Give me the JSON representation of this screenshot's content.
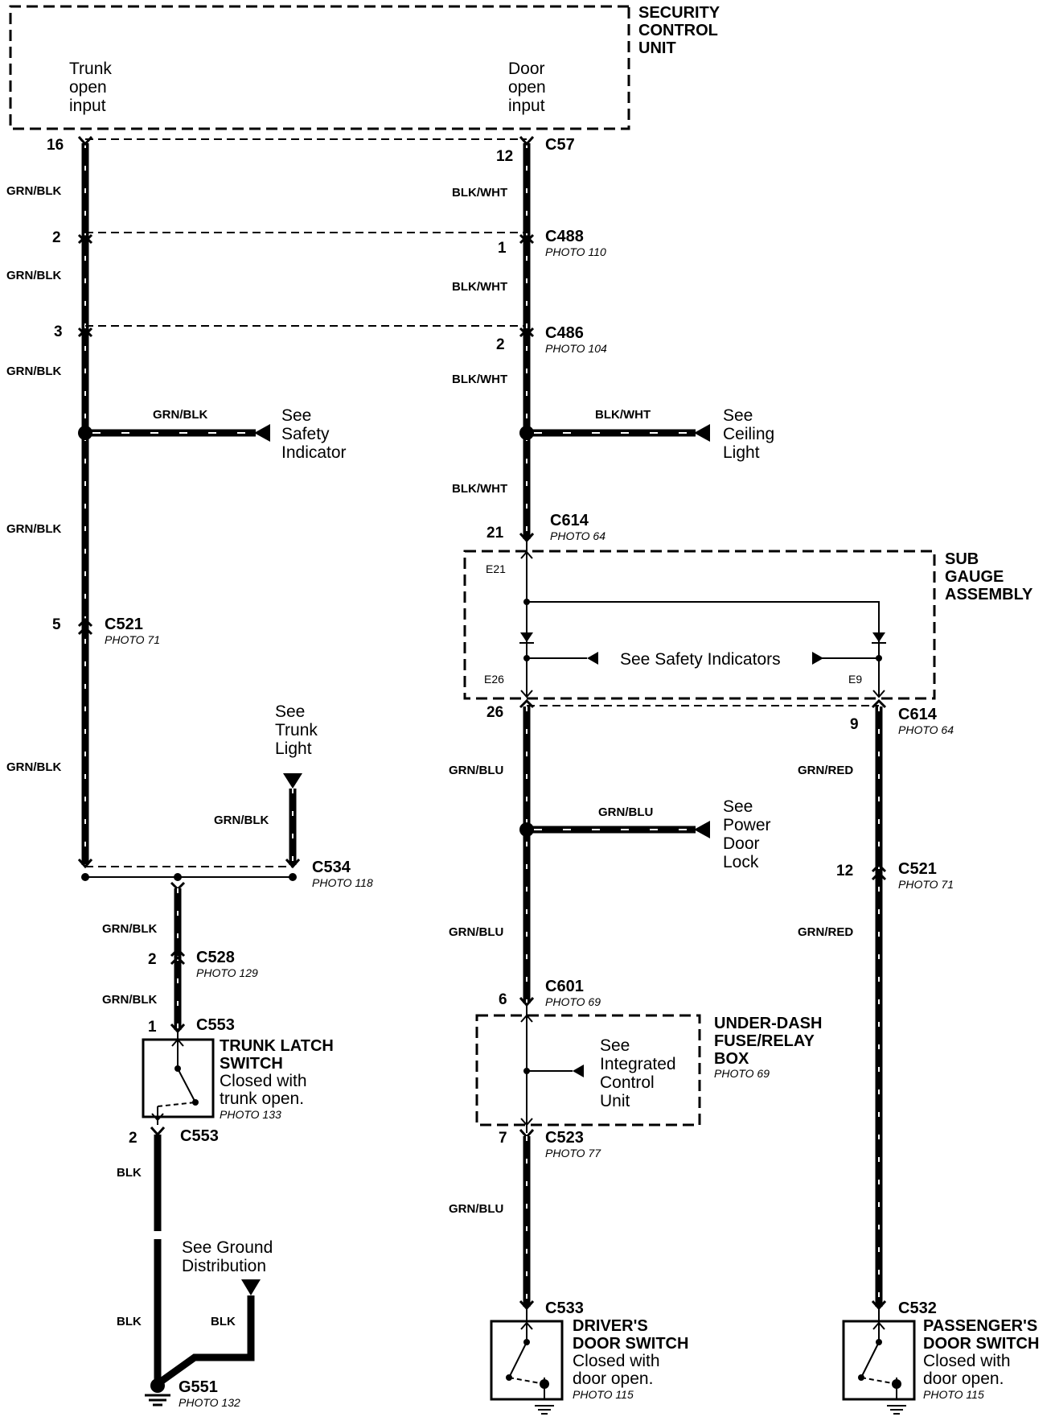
{
  "security_unit": {
    "title_lines": [
      "SECURITY",
      "CONTROL",
      "UNIT"
    ],
    "trunk_input": [
      "Trunk",
      "open",
      "input"
    ],
    "door_input": [
      "Door",
      "open",
      "input"
    ]
  },
  "left": {
    "pin_16": "16",
    "wire_1": "GRN/BLK",
    "pin_2": "2",
    "wire_2": "GRN/BLK",
    "pin_3": "3",
    "wire_3": "GRN/BLK",
    "branch_wire": "GRN/BLK",
    "safety_ref": [
      "See",
      "Safety",
      "Indicator"
    ],
    "wire_4": "GRN/BLK",
    "pin_5": "5",
    "c521": "C521",
    "c521_photo": "PHOTO 71",
    "wire_5": "GRN/BLK",
    "trunk_light_ref": [
      "See",
      "Trunk",
      "Light"
    ],
    "trunk_light_wire": "GRN/BLK",
    "c534": "C534",
    "c534_photo": "PHOTO 118",
    "wire_6": "GRN/BLK",
    "pin_c528": "2",
    "c528": "C528",
    "c528_photo": "PHOTO 129",
    "wire_7": "GRN/BLK",
    "pin_c553_1": "1",
    "c553_top": "C553",
    "switch_title": [
      "TRUNK LATCH",
      "SWITCH"
    ],
    "switch_desc": [
      "Closed with",
      "trunk open."
    ],
    "switch_photo": "PHOTO 133",
    "pin_c553_2": "2",
    "c553_bottom": "C553",
    "wire_blk_1": "BLK",
    "ground_ref": [
      "See Ground",
      "Distribution"
    ],
    "wire_blk_2": "BLK",
    "wire_blk_3": "BLK",
    "g551": "G551",
    "g551_photo": "PHOTO 132"
  },
  "middle": {
    "pin_12": "12",
    "c57": "C57",
    "wire_1": "BLK/WHT",
    "pin_1": "1",
    "c488": "C488",
    "c488_photo": "PHOTO 110",
    "wire_2": "BLK/WHT",
    "pin_2": "2",
    "c486": "C486",
    "c486_photo": "PHOTO 104",
    "wire_3": "BLK/WHT",
    "branch_wire": "BLK/WHT",
    "ceiling_ref": [
      "See",
      "Ceiling",
      "Light"
    ],
    "wire_4": "BLK/WHT",
    "pin_21": "21",
    "c614": "C614",
    "c614_photo": "PHOTO 64",
    "sub_gauge_title": [
      "SUB",
      "GAUGE",
      "ASSEMBLY"
    ],
    "e21": "E21",
    "e26": "E26",
    "e9": "E9",
    "safety_indicators_ref": "See Safety Indicators",
    "pin_26": "26",
    "wire_5": "GRN/BLU",
    "branch_wire2": "GRN/BLU",
    "power_door_ref": [
      "See",
      "Power",
      "Door",
      "Lock"
    ],
    "wire_6": "GRN/BLU",
    "pin_6": "6",
    "c601": "C601",
    "c601_photo": "PHOTO 69",
    "fuse_box_title": [
      "UNDER-DASH",
      "FUSE/RELAY",
      "BOX"
    ],
    "fuse_box_photo": "PHOTO 69",
    "icu_ref": [
      "See",
      "Integrated",
      "Control",
      "Unit"
    ],
    "pin_7": "7",
    "c523": "C523",
    "c523_photo": "PHOTO 77",
    "wire_7": "GRN/BLU",
    "c533": "C533",
    "switch_title": [
      "DRIVER'S",
      "DOOR SWITCH"
    ],
    "switch_desc": [
      "Closed with",
      "door open."
    ],
    "switch_photo": "PHOTO 115"
  },
  "right": {
    "pin_9": "9",
    "c614": "C614",
    "c614_photo": "PHOTO 64",
    "wire_1": "GRN/RED",
    "pin_12": "12",
    "c521": "C521",
    "c521_photo": "PHOTO 71",
    "wire_2": "GRN/RED",
    "c532": "C532",
    "switch_title": [
      "PASSENGER'S",
      "DOOR SWITCH"
    ],
    "switch_desc": [
      "Closed with",
      "door open."
    ],
    "switch_photo": "PHOTO 115"
  }
}
